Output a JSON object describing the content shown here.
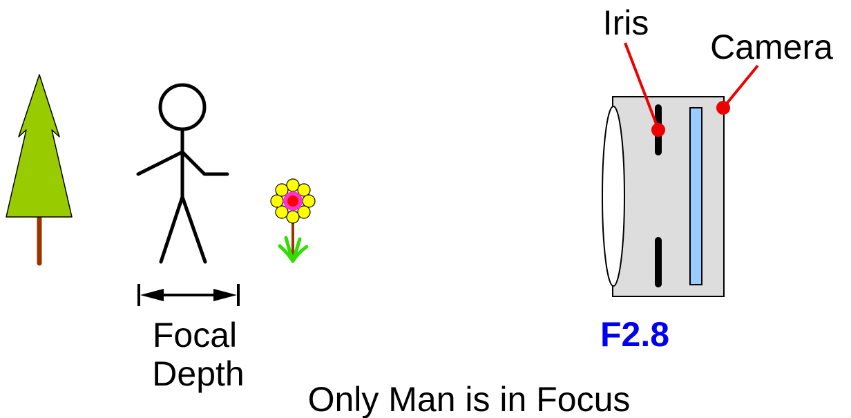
{
  "labels": {
    "iris": "Iris",
    "camera": "Camera",
    "focal_depth_line1": "Focal",
    "focal_depth_line2": "Depth",
    "f_stop": "F2.8",
    "caption": "Only Man is in Focus"
  },
  "colors": {
    "tree_foliage": "#99cc00",
    "tree_trunk": "#993300",
    "flower_petals": "#ffff00",
    "flower_center": "#ff33cc",
    "flower_dot": "#ff0000",
    "flower_leaves": "#33dd00",
    "camera_body": "#dddddd",
    "sensor": "#99ccff",
    "callout": "#ee0000",
    "f_stop_text": "#0000ee"
  },
  "icons": {
    "tree": "tree-icon",
    "man": "stick-figure-icon",
    "flower": "flower-icon",
    "camera": "camera-icon"
  }
}
